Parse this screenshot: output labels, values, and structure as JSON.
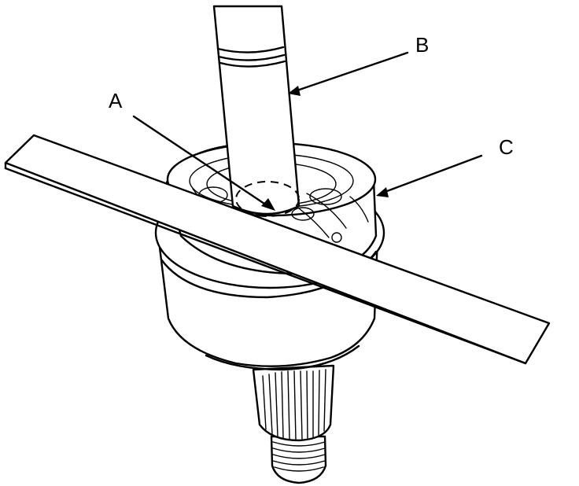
{
  "callouts": {
    "a": "A",
    "b": "B",
    "c": "C"
  },
  "colors": {
    "line": "#000000",
    "background": "#ffffff"
  }
}
